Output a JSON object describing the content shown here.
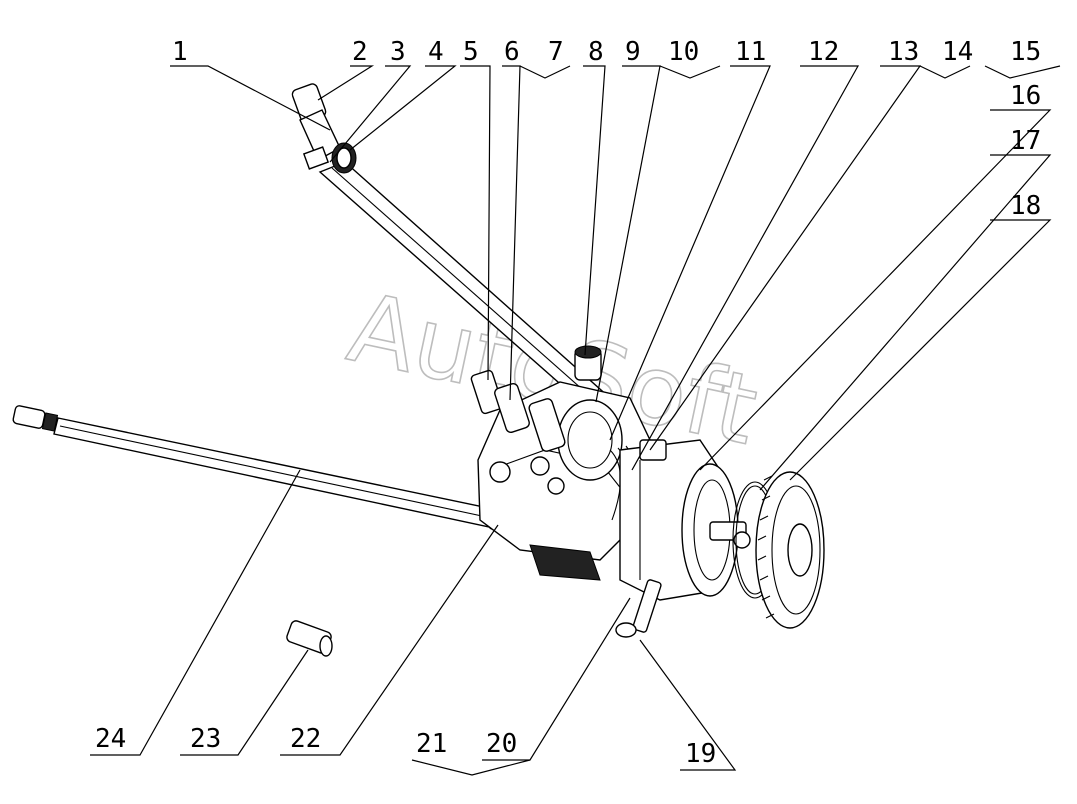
{
  "watermark": "AutoSoft",
  "callouts": {
    "c1": "1",
    "c2": "2",
    "c3": "3",
    "c4": "4",
    "c5": "5",
    "c6": "6",
    "c7": "7",
    "c8": "8",
    "c9": "9",
    "c10": "10",
    "c11": "11",
    "c12": "12",
    "c13": "13",
    "c14": "14",
    "c15": "15",
    "c16": "16",
    "c17": "17",
    "c18": "18",
    "c19": "19",
    "c20": "20",
    "c21": "21",
    "c22": "22",
    "c23": "23",
    "c24": "24"
  }
}
